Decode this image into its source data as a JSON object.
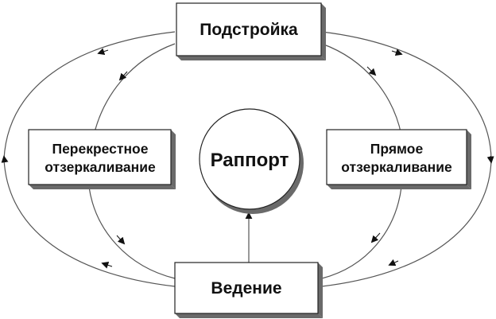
{
  "diagram": {
    "nodes": {
      "top": {
        "label": "Подстройка"
      },
      "left": {
        "line1": "Перекрестное",
        "line2": "отзеркаливание"
      },
      "center": {
        "label": "Раппорт"
      },
      "right": {
        "line1": "Прямое",
        "line2": "отзеркаливание"
      },
      "bottom": {
        "label": "Ведение"
      }
    },
    "colors": {
      "line": "#555555",
      "box_fill": "#ffffff",
      "box_border": "#222222",
      "shadow": "#6a6a6a",
      "text": "#111111"
    }
  }
}
